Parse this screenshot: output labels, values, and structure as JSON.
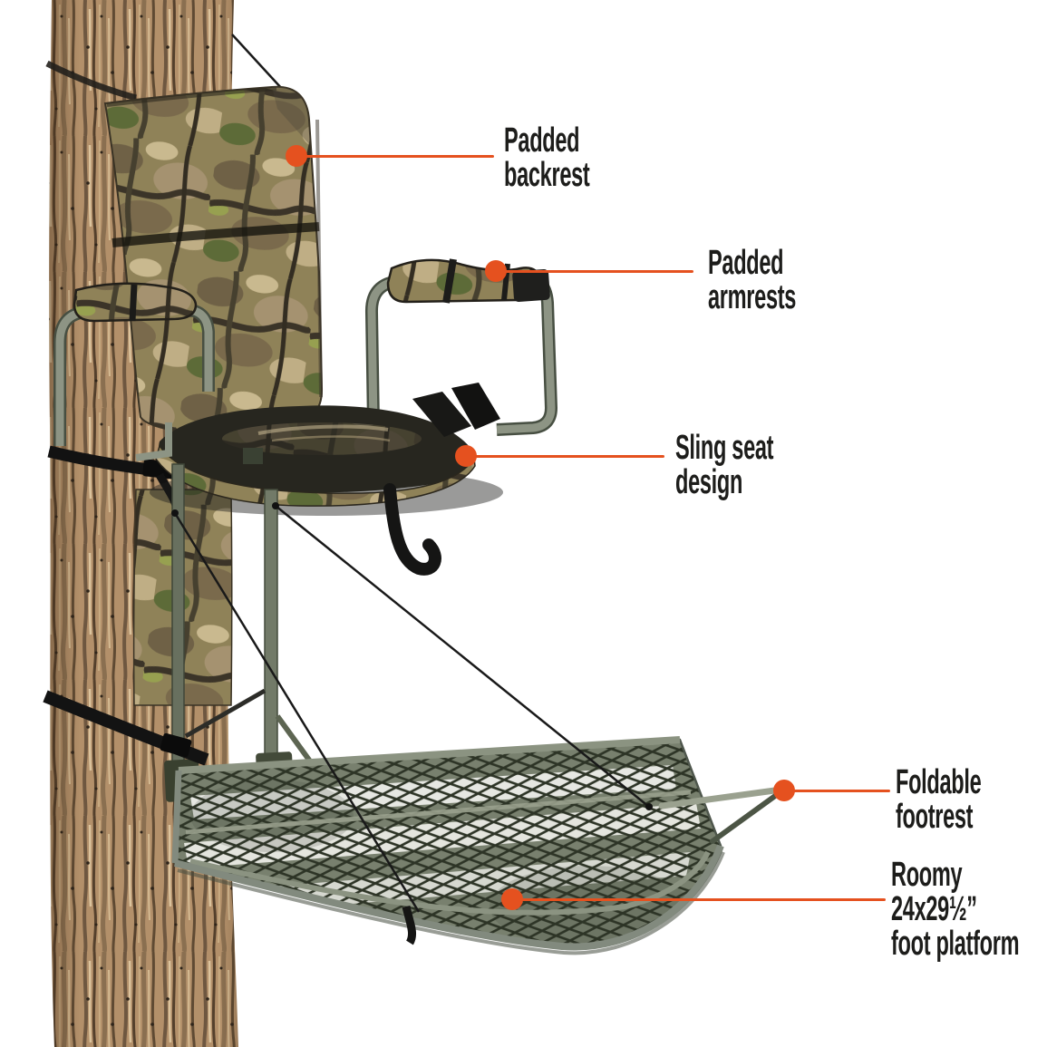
{
  "background": "#ffffff",
  "colors": {
    "accent": "#e5511f",
    "label_text": "#1d1d1b",
    "metal_tube": "#8d9484",
    "platform_mesh": "#6f7765",
    "bark_base": "#b3906a",
    "seat_fabric": "#27261f"
  },
  "illustration": {
    "subject": "hang-on tree stand mounted on tree trunk",
    "parts": [
      "tree-trunk",
      "camo-padded-backrest",
      "camo-padded-armrests",
      "black-sling-seat",
      "support-posts",
      "suspension-cables",
      "mounting-straps",
      "mesh-foot-platform",
      "foldable-footrest-bar"
    ]
  },
  "callouts": [
    {
      "id": "padded-backrest",
      "lines": [
        "Padded",
        "backrest"
      ]
    },
    {
      "id": "padded-armrests",
      "lines": [
        "Padded",
        "armrests"
      ]
    },
    {
      "id": "sling-seat",
      "lines": [
        "Sling seat",
        "design"
      ]
    },
    {
      "id": "foldable-footrest",
      "lines": [
        "Foldable",
        "footrest"
      ]
    },
    {
      "id": "foot-platform",
      "lines": [
        "Roomy",
        "24x29½”",
        "foot platform"
      ]
    }
  ]
}
